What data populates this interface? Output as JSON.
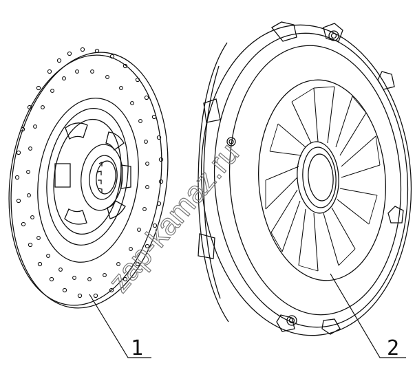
{
  "callouts": [
    {
      "label": "1",
      "part": "clutch-disc"
    },
    {
      "label": "2",
      "part": "clutch-pressure-plate"
    }
  ],
  "watermark": {
    "text": "zap-kamaz.ru"
  },
  "colors": {
    "line": "#111111",
    "background": "#ffffff",
    "watermark": "#777777"
  }
}
